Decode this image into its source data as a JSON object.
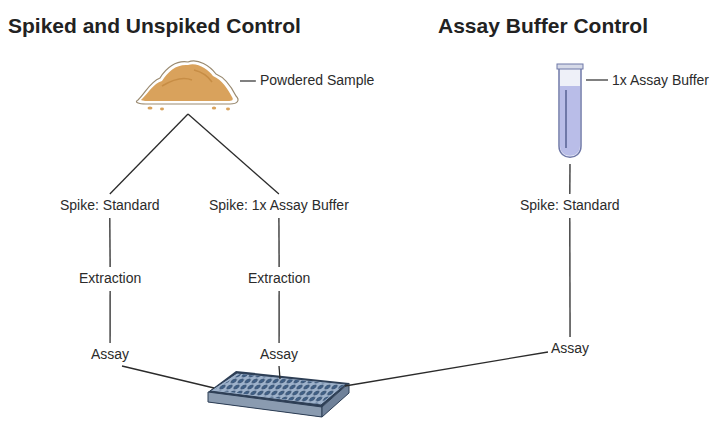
{
  "diagram": {
    "nodes": [
      {
        "text": [
          "Powdered Sample"
        ]
      },
      {
        "text": [
          "Spike: Standard"
        ]
      },
      {
        "text": [
          "Spike: 1x Assay Buffer"
        ]
      },
      {
        "text": [
          "Extraction"
        ]
      },
      {
        "text": [
          "Extraction"
        ]
      },
      {
        "text": [
          "Assay"
        ]
      },
      {
        "text": [
          "Assay"
        ]
      },
      {
        "text": [
          "1x Assay Buffer"
        ]
      },
      {
        "text": [
          "Spike: Standard"
        ]
      },
      {
        "text": [
          "Assay"
        ]
      }
    ],
    "edges": [
      {
        "from": 0,
        "to": 1,
        "arrow": "none"
      },
      {
        "from": 0,
        "to": 2,
        "arrow": "none"
      },
      {
        "from": 1,
        "to": 3,
        "arrow": "none"
      },
      {
        "from": 2,
        "to": 4,
        "arrow": "none"
      },
      {
        "from": 3,
        "to": 5,
        "arrow": "none"
      },
      {
        "from": 4,
        "to": 6,
        "arrow": "none"
      },
      {
        "from": 7,
        "to": 8,
        "arrow": "none"
      },
      {
        "from": 8,
        "to": 9,
        "arrow": "none"
      }
    ],
    "labels": [
      "Spiked and Unspiked Control",
      "Assay Buffer Control"
    ]
  }
}
